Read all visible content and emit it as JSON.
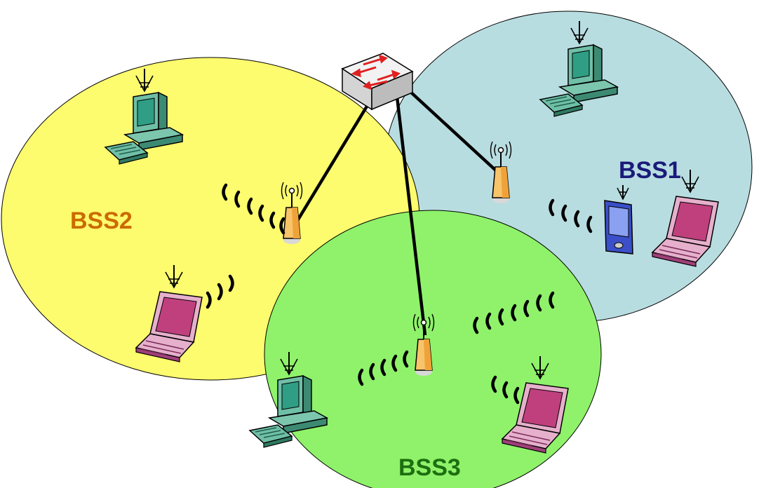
{
  "bss": [
    {
      "id": "bss1",
      "label": "BSS1",
      "color": "#1a1a7a",
      "fill": "#b8dde0"
    },
    {
      "id": "bss2",
      "label": "BSS2",
      "color": "#cc6a00",
      "fill": "#fdfb6e"
    },
    {
      "id": "bss3",
      "label": "BSS3",
      "color": "#1d6e10",
      "fill": "#8ff26a"
    }
  ],
  "devices": {
    "switch": "network-switch-icon",
    "access_point": "access-point-icon",
    "desktop": "desktop-computer-icon",
    "laptop": "laptop-icon",
    "pda": "pda-icon"
  },
  "colors": {
    "monitor_screen": "#2f9e85",
    "laptop_screen": "#c0407e",
    "ap_body": "#f7c46a",
    "pda_body": "#3a4fc8"
  }
}
